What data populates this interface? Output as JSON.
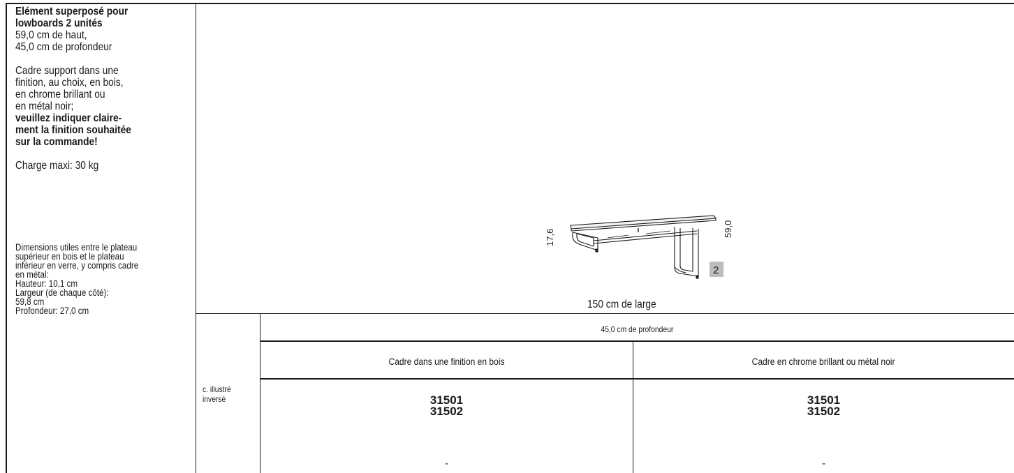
{
  "description": {
    "title_lines": [
      "Elément superposé pour",
      "lowboards 2 unités"
    ],
    "dims_lines": [
      "59,0 cm de haut,",
      "45,0 cm de profondeur"
    ],
    "frame_lines": [
      "Cadre support dans une",
      "finition, au choix, en bois,",
      "en chrome brillant ou",
      "en métal noir;"
    ],
    "frame_bold_lines": [
      "veuillez indiquer claire-",
      "ment la finition souhaitée",
      "sur la commande!"
    ],
    "load": "Charge maxi: 30 kg",
    "useful_lines": [
      "Dimensions utiles entre le plateau",
      "supérieur en bois et le plateau",
      "inférieur en verre, y compris cadre",
      "en métal:",
      "Hauteur: 10,1 cm",
      "Largeur (de chaque côté):",
      "59,8 cm",
      "Profondeur: 27,0 cm"
    ]
  },
  "drawing": {
    "dim_left": "17,6",
    "dim_right": "59,0",
    "badge": "2",
    "caption": "150 cm de large"
  },
  "table": {
    "depth_header": "45,0 cm de profondeur",
    "columns": [
      "Cadre dans une finition en bois",
      "Cadre en chrome brillant ou métal noir"
    ],
    "row_label_lines": [
      "c. illustré",
      "inversé"
    ],
    "codes": [
      [
        "31501",
        "31502"
      ],
      [
        "31501",
        "31502"
      ]
    ],
    "dash": [
      "-",
      "-"
    ]
  }
}
